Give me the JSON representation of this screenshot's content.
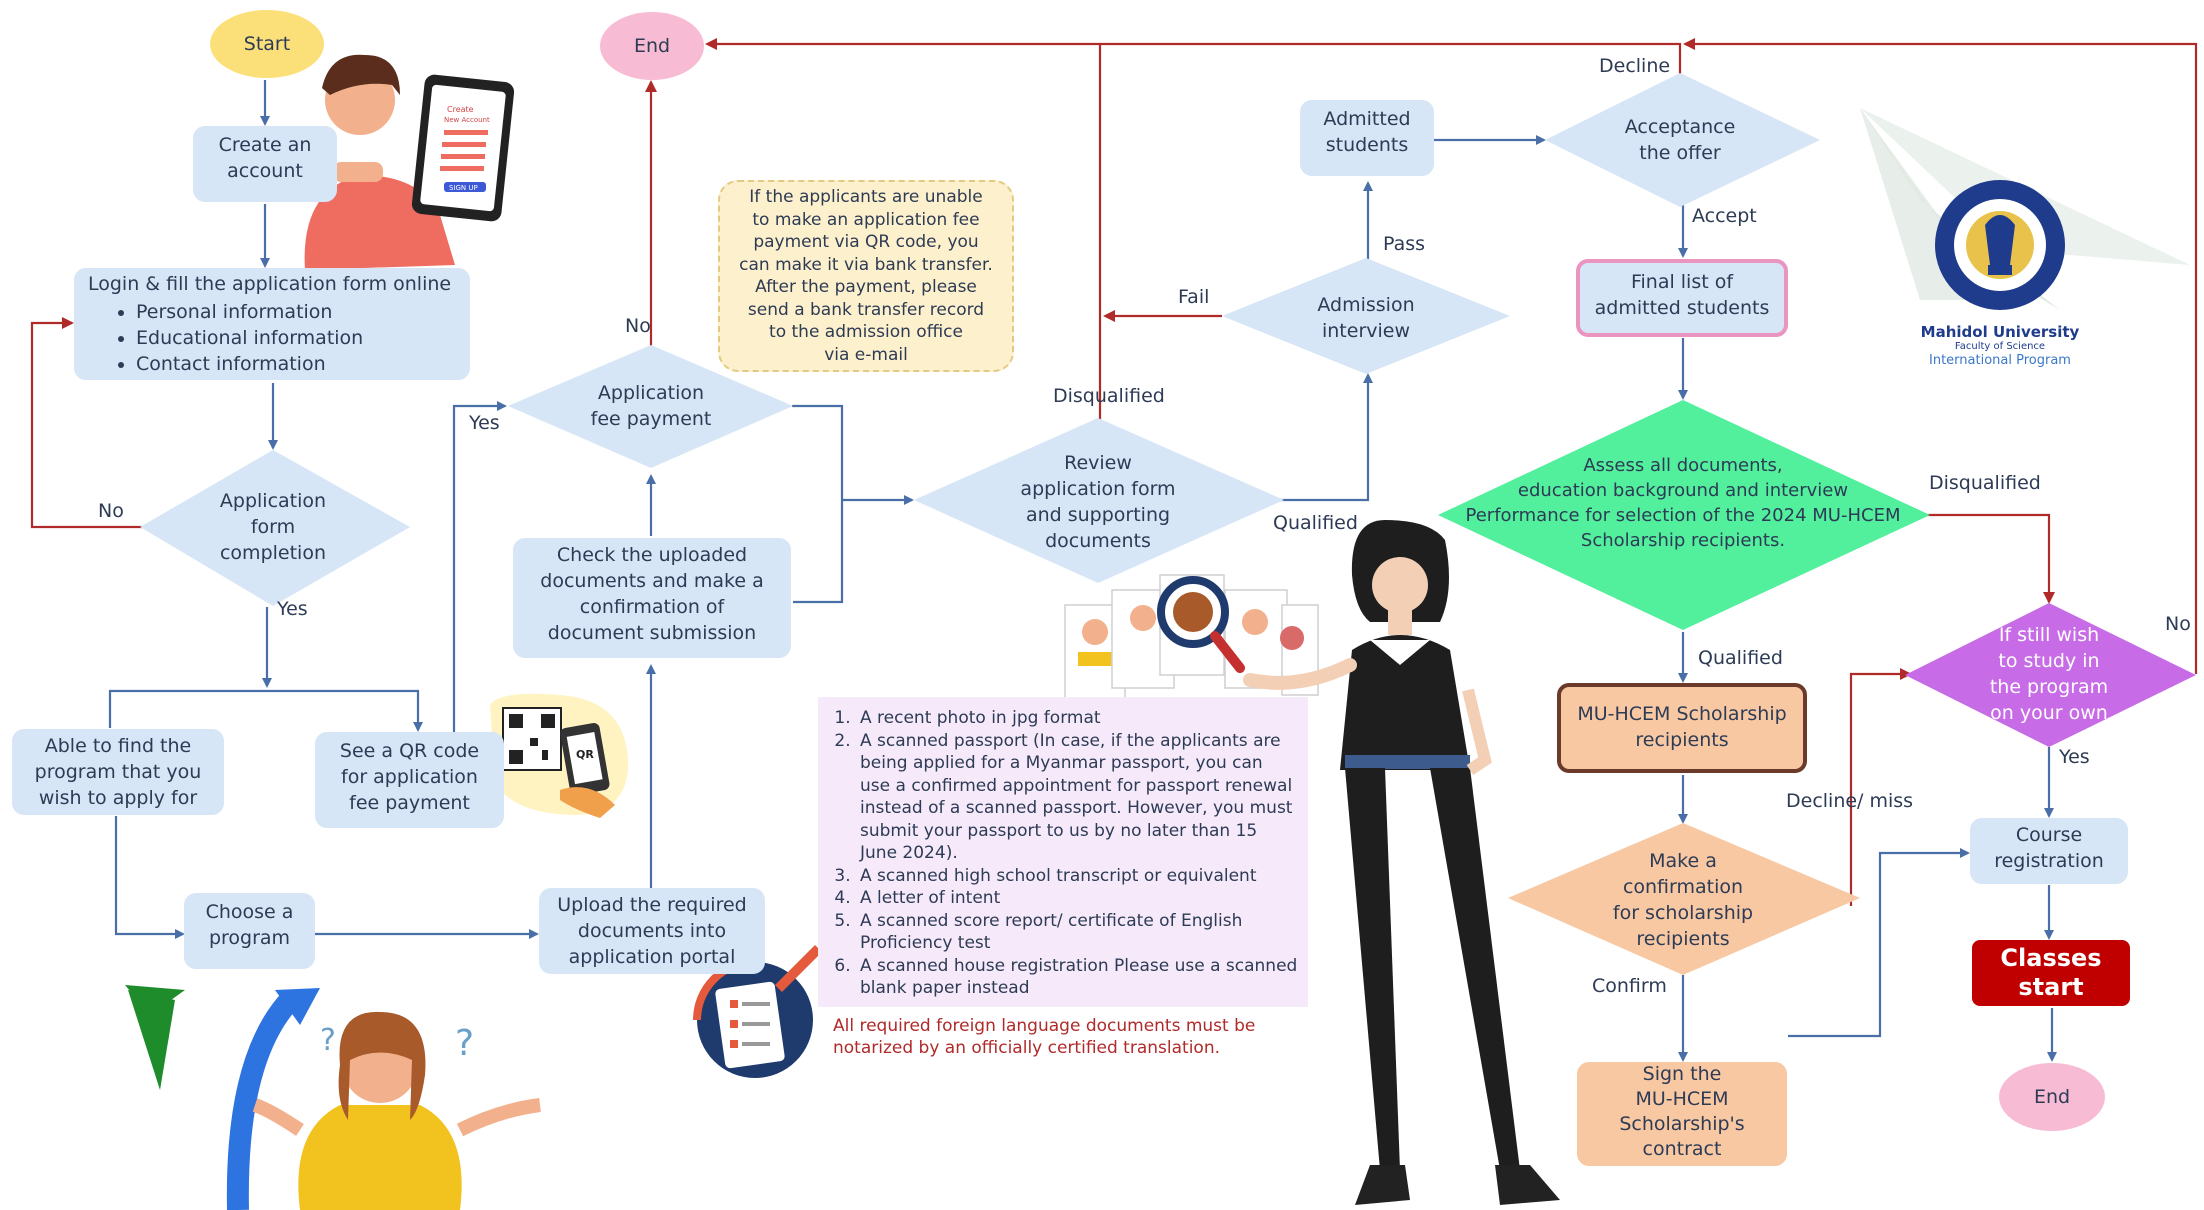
{
  "nodes": {
    "start": "Start",
    "end_top": "End",
    "end_bottom": "End",
    "create_account": [
      "Create an",
      "account"
    ],
    "login_title": "Login & fill the application form online",
    "login_items": [
      "Personal information",
      "Educational information",
      "Contact information"
    ],
    "app_form_completion": [
      "Application",
      "form",
      "completion"
    ],
    "find_program": [
      "Able to find the",
      "program that you",
      "wish to apply for"
    ],
    "qr_code": [
      "See a QR code",
      "for application",
      "fee payment"
    ],
    "choose_program": [
      "Choose a",
      "program"
    ],
    "upload_docs": [
      "Upload the required",
      "documents into",
      "application portal"
    ],
    "check_uploaded": [
      "Check the uploaded",
      "documents and make a",
      "confirmation of",
      "document submission"
    ],
    "app_fee_payment": [
      "Application",
      "fee payment"
    ],
    "review": [
      "Review",
      "application form",
      "and supporting",
      "documents"
    ],
    "admission_interview": [
      "Admission",
      "interview"
    ],
    "admitted_students": [
      "Admitted",
      "students"
    ],
    "acceptance": [
      "Acceptance",
      "the offer"
    ],
    "final_list": [
      "Final list of",
      "admitted students"
    ],
    "assess": [
      "Assess all documents,",
      "education background and interview",
      "Performance for selection of the 2024 MU-HCEM",
      "Scholarship recipients."
    ],
    "scholarship_recipients": [
      "MU-HCEM Scholarship",
      "recipients"
    ],
    "make_confirmation": [
      "Make a",
      "confirmation",
      "for scholarship",
      "recipients"
    ],
    "sign_contract": [
      "Sign the",
      "MU-HCEM",
      "Scholarship's",
      "contract"
    ],
    "still_wish": [
      "If still wish",
      "to study in",
      "the program",
      "on your own"
    ],
    "course_registration": [
      "Course",
      "registration"
    ],
    "classes_start": [
      "Classes",
      "start"
    ]
  },
  "edge_labels": {
    "no_left": "No",
    "yes_completion": "Yes",
    "yes_fee": "Yes",
    "no_fee": "No",
    "disqualified_review": "Disqualified",
    "qualified_review": "Qualified",
    "fail": "Fail",
    "pass": "Pass",
    "decline": "Decline",
    "accept": "Accept",
    "disqualified_assess": "Disqualified",
    "qualified_assess": "Qualified",
    "no_right": "No",
    "yes_right": "Yes",
    "decline_miss": "Decline/ miss",
    "confirm": "Confirm"
  },
  "fee_note": [
    "If the applicants are unable",
    "to make an application fee",
    "payment via QR code, you",
    "can make it via bank transfer.",
    "After the payment, please",
    "send a bank transfer record",
    "to the admission office",
    "via e-mail"
  ],
  "documents_list": [
    "A recent photo in jpg format",
    "A scanned passport (In case, if the applicants are being applied for a Myanmar passport, you can use a confirmed appointment for passport renewal instead of a scanned passport. However, you must submit your passport to us by no later than 15 June 2024).",
    "A scanned high school transcript or equivalent",
    "A letter of intent",
    "A scanned score report/ certificate of English Proficiency test",
    "A scanned house registration Please use a scanned blank paper instead"
  ],
  "documents_note": [
    "All required foreign language documents must be",
    "notarized by an officially certified translation."
  ],
  "qr_graphic_text": "QR",
  "phone_screen_text": [
    "Create",
    "New Account",
    "SIGN UP"
  ],
  "logo": {
    "name": "Mahidol University",
    "faculty": "Faculty of Science",
    "program": "International Program"
  },
  "colors": {
    "box_blue": "#d6e6f6",
    "start_yellow": "#fbe07a",
    "end_pink": "#f7bcd3",
    "note_yellow": "#fdf0cc",
    "assess_green": "#52ef9c",
    "scholarship_peach": "#f8c8a3",
    "purple_diamond": "#c76be6",
    "classes_red": "#c00000",
    "final_list_border": "#ea94c0",
    "arrow_blue": "#4a6fa8",
    "arrow_red": "#b02a2a",
    "docs_box": "#f6e9f9"
  }
}
